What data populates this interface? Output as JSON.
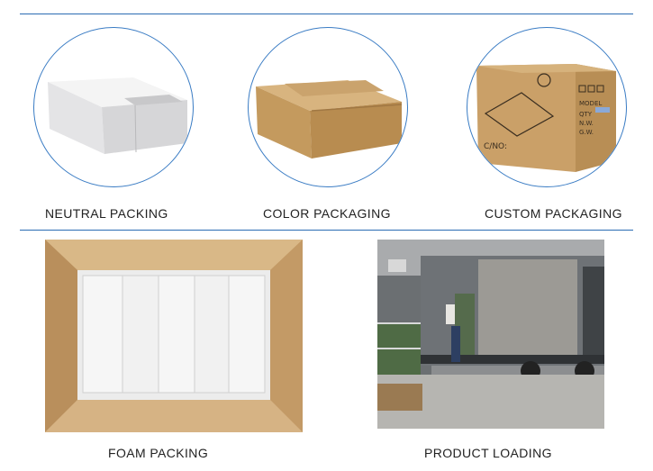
{
  "labels": {
    "neutral": "NEUTRAL PACKING",
    "color": "COLOR PACKAGING",
    "custom": "CUSTOM PACKAGING",
    "foam": "FOAM PACKING",
    "loading": "PRODUCT LOADING"
  },
  "box_print": {
    "model": "MODEL",
    "qty": "QTY",
    "nw": "N.W.",
    "gw": "G.W.",
    "cno": "C/NO:"
  },
  "colors": {
    "accent_line": "#2b6cb3",
    "circle_border": "#3a7cc4",
    "kraft": "#c9a36b"
  }
}
